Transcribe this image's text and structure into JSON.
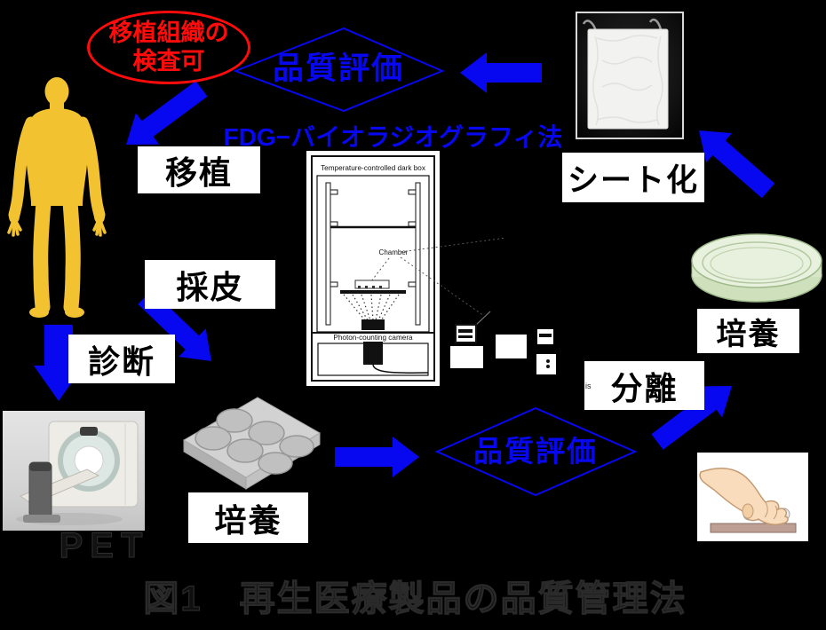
{
  "figure": {
    "caption": "図1　再生医療製品の品質管理法"
  },
  "cycle": {
    "note": {
      "line1": "移植組織の",
      "line2": "検査可"
    },
    "quality_eval_top": "品質評価",
    "fdg_method": "FDG−バイオラジオグラフィ法",
    "sheeting": "シート化",
    "transplant": "移植",
    "harvest": "採皮",
    "diagnosis": "診断",
    "pet": "PET",
    "culture_plate": "培養",
    "quality_eval_bottom": "品質評価",
    "separation": "分離",
    "culture_dish": "培養",
    "stray_text": "is"
  },
  "apparatus": {
    "title": "Temperature-controlled dark box",
    "chamber_label": "Chamber",
    "camera_label": "Photon-counting camera"
  },
  "colors": {
    "background": "#000000",
    "flow_blue": "#0707f0",
    "note_red": "#ff0b0b",
    "human_gold": "#f2c230",
    "dish_green": "#dfebd2",
    "label_bg": "#ffffff",
    "label_text": "#000000"
  }
}
